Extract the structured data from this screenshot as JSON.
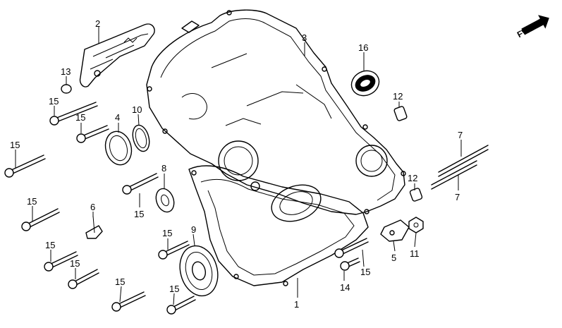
{
  "diagram": {
    "orientation_label": "FWD",
    "callouts": [
      {
        "id": "c2",
        "text": "2"
      },
      {
        "id": "c3",
        "text": "3"
      },
      {
        "id": "c16",
        "text": "16"
      },
      {
        "id": "c13",
        "text": "13"
      },
      {
        "id": "c15a",
        "text": "15"
      },
      {
        "id": "c15b",
        "text": "15"
      },
      {
        "id": "c4",
        "text": "4"
      },
      {
        "id": "c10",
        "text": "10"
      },
      {
        "id": "c12a",
        "text": "12"
      },
      {
        "id": "c15c",
        "text": "15"
      },
      {
        "id": "c7a",
        "text": "7"
      },
      {
        "id": "c8",
        "text": "8"
      },
      {
        "id": "c12b",
        "text": "12"
      },
      {
        "id": "c7b",
        "text": "7"
      },
      {
        "id": "c15d",
        "text": "15"
      },
      {
        "id": "c15e",
        "text": "15"
      },
      {
        "id": "c6",
        "text": "6"
      },
      {
        "id": "c9",
        "text": "9"
      },
      {
        "id": "c15f",
        "text": "15"
      },
      {
        "id": "c5",
        "text": "5"
      },
      {
        "id": "c11",
        "text": "11"
      },
      {
        "id": "c15g",
        "text": "15"
      },
      {
        "id": "c15h",
        "text": "15"
      },
      {
        "id": "c15i",
        "text": "15"
      },
      {
        "id": "c14",
        "text": "14"
      },
      {
        "id": "c15j",
        "text": "15"
      },
      {
        "id": "c15k",
        "text": "15"
      },
      {
        "id": "c1",
        "text": "1"
      }
    ]
  }
}
